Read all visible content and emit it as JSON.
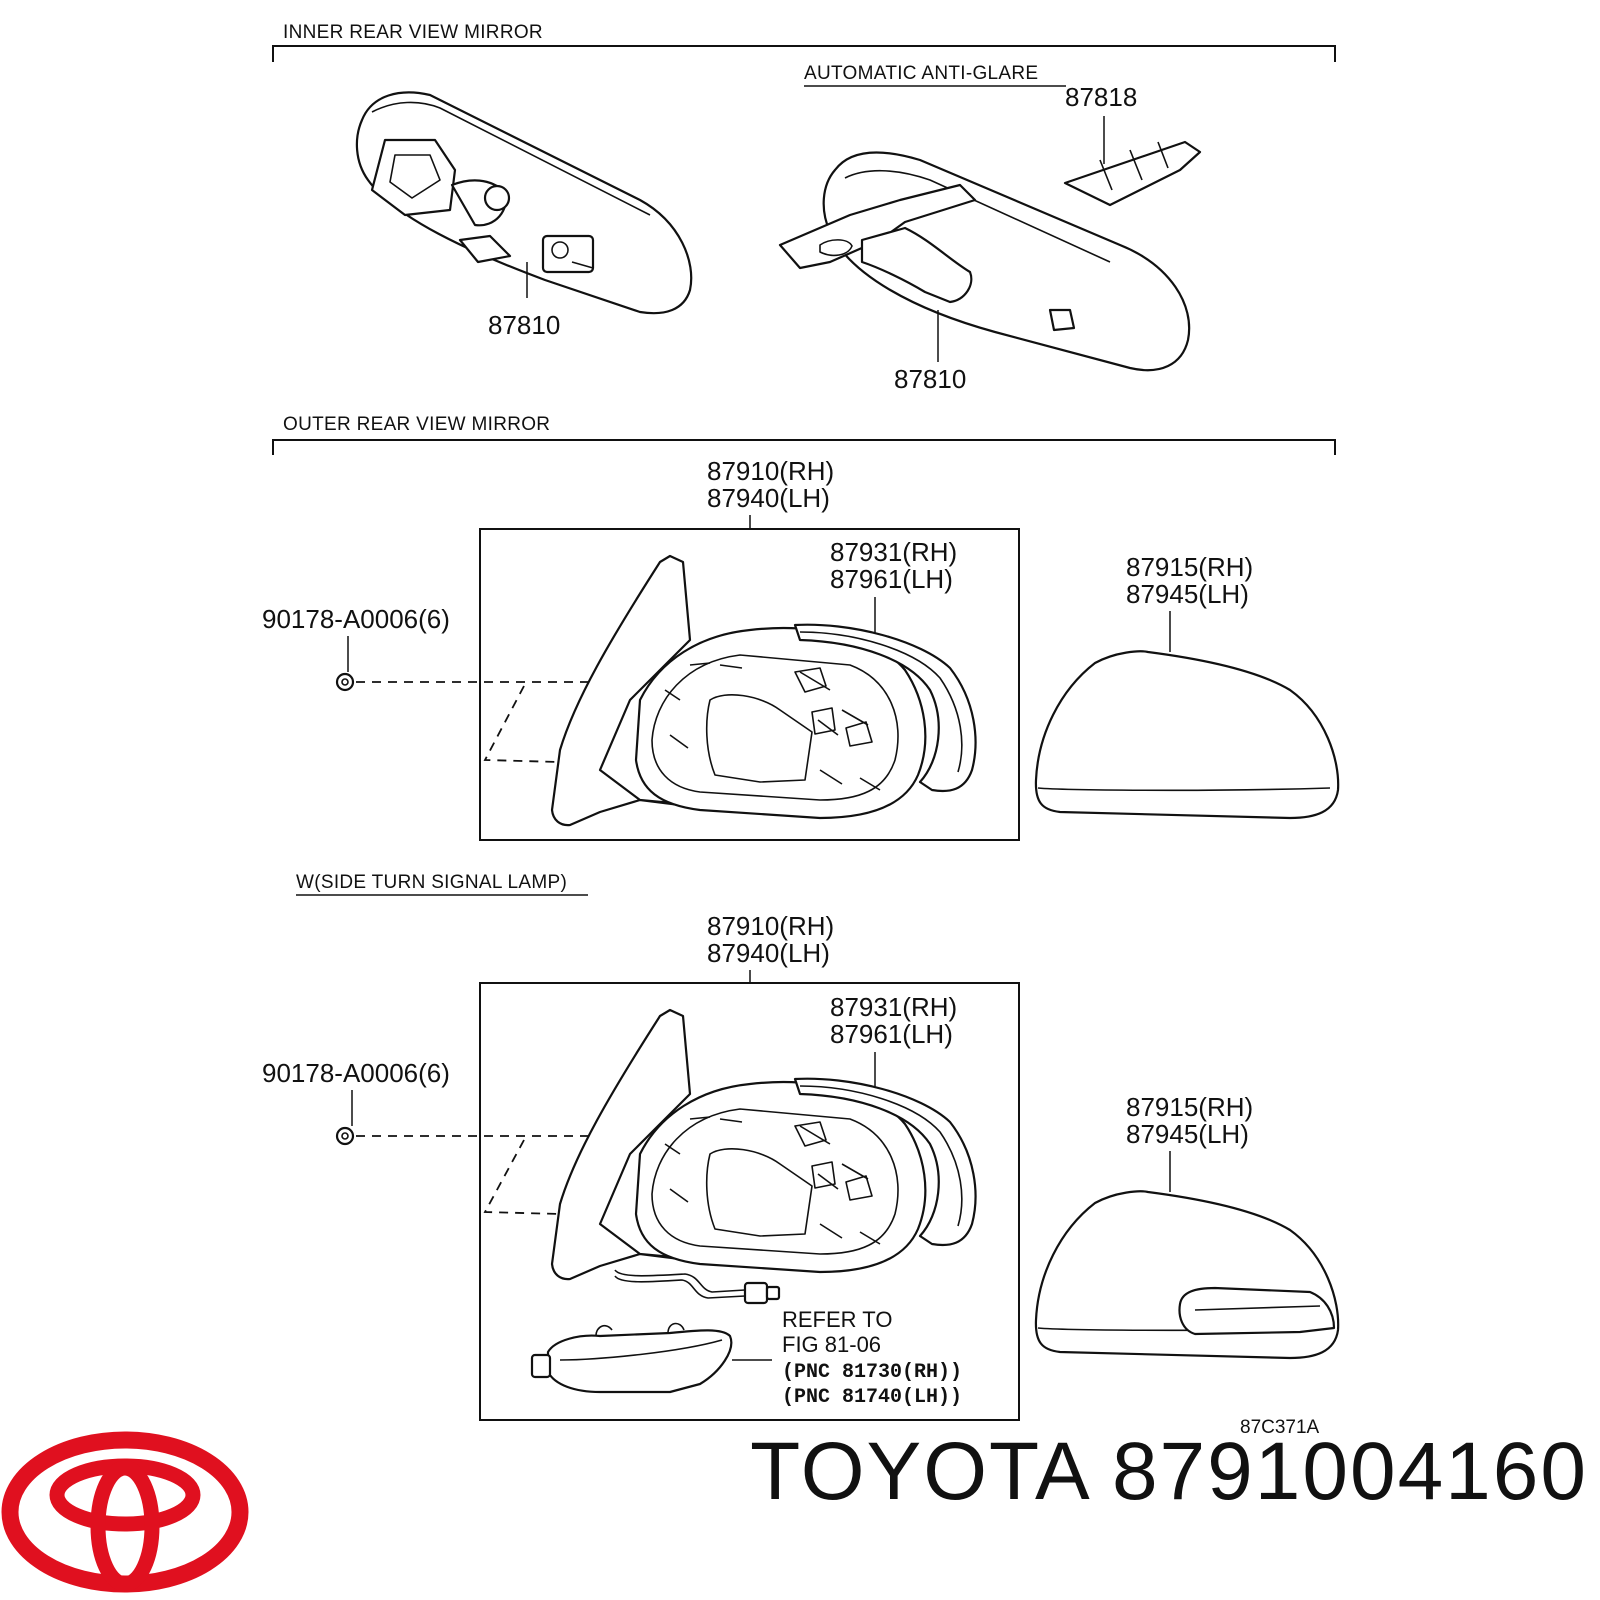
{
  "sections": {
    "inner": {
      "title": "INNER REAR VIEW MIRROR",
      "sub_title": "AUTOMATIC ANTI-GLARE"
    },
    "outer": {
      "title": "OUTER REAR VIEW MIRROR"
    },
    "signal": {
      "title": "W(SIDE TURN SIGNAL LAMP)"
    }
  },
  "parts": {
    "p87810_a": "87810",
    "p87810_b": "87810",
    "p87818": "87818",
    "outer_top": {
      "assy_rh": "87910(RH)",
      "assy_lh": "87940(LH)",
      "glass_rh": "87931(RH)",
      "glass_lh": "87961(LH)",
      "cover_rh": "87915(RH)",
      "cover_lh": "87945(LH)",
      "screw": "90178-A0006(6)"
    },
    "outer_bottom": {
      "assy_rh": "87910(RH)",
      "assy_lh": "87940(LH)",
      "glass_rh": "87931(RH)",
      "glass_lh": "87961(LH)",
      "cover_rh": "87915(RH)",
      "cover_lh": "87945(LH)",
      "screw": "90178-A0006(6)"
    }
  },
  "refer": {
    "line1": "REFER TO",
    "line2": "FIG 81-06",
    "line3": "(PNC 81730(RH))",
    "line4": "(PNC 81740(LH))"
  },
  "figure_code": "87C371A",
  "brand": {
    "name": "TOYOTA",
    "part_number": "8791004160",
    "logo_color": "#e0101f"
  }
}
